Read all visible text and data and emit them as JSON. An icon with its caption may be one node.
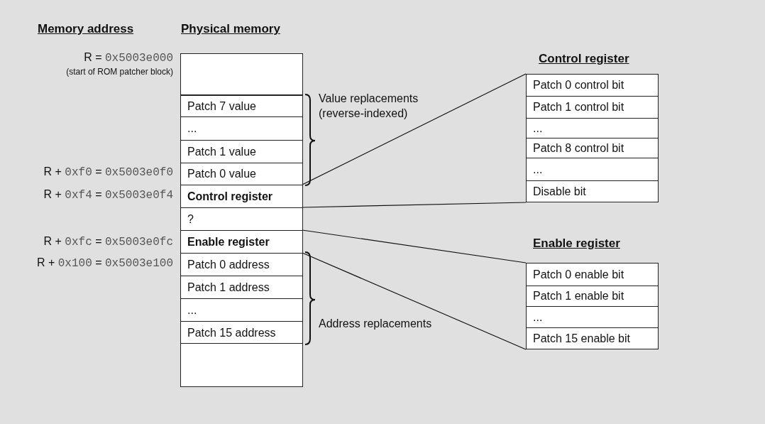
{
  "diagram": {
    "nodes": [
      {
        "text": [
          "Physical memory"
        ]
      },
      {
        "text": [],
        "shape": "box",
        "in": 0
      },
      {
        "text": [
          "Patch 7 value"
        ],
        "in": 0
      },
      {
        "text": [
          "..."
        ],
        "in": 0
      },
      {
        "text": [
          "Patch 1 value"
        ],
        "in": 0
      },
      {
        "text": [
          "Patch 0 value"
        ],
        "in": 0
      },
      {
        "text": [
          "Control register"
        ],
        "in": 0
      },
      {
        "text": [
          "?"
        ],
        "in": 0
      },
      {
        "text": [
          "Enable register"
        ],
        "in": 0
      },
      {
        "text": [
          "Patch 0 address"
        ],
        "in": 0
      },
      {
        "text": [
          "Patch 1 address"
        ],
        "in": 0
      },
      {
        "text": [
          "..."
        ],
        "in": 0
      },
      {
        "text": [
          "Patch 15 address"
        ],
        "in": 0
      },
      {
        "text": [],
        "shape": "box",
        "in": 0
      },
      {
        "text": [
          "Control register"
        ]
      },
      {
        "text": [
          "Patch 0 control bit"
        ],
        "in": 14
      },
      {
        "text": [
          "Patch 1 control bit"
        ],
        "in": 14
      },
      {
        "text": [
          "..."
        ],
        "in": 14
      },
      {
        "text": [
          "Patch 8 control bit"
        ],
        "in": 14
      },
      {
        "text": [
          "..."
        ],
        "in": 14
      },
      {
        "text": [
          "Disable bit"
        ],
        "in": 14
      },
      {
        "text": [
          "Enable register"
        ]
      },
      {
        "text": [
          "Patch 0 enable bit"
        ],
        "in": 21
      },
      {
        "text": [
          "Patch 1 enable bit"
        ],
        "in": 21
      },
      {
        "text": [
          "..."
        ],
        "in": 21
      },
      {
        "text": [
          "Patch 15 enable bit"
        ],
        "in": 21
      }
    ],
    "edges": [
      {
        "from": 6,
        "to": 14,
        "arrow": "none"
      },
      {
        "from": 6,
        "to": 14,
        "arrow": "none"
      },
      {
        "from": 8,
        "to": 21,
        "arrow": "none"
      },
      {
        "from": 8,
        "to": 21,
        "arrow": "none"
      }
    ],
    "labels": [
      "Memory address",
      "R = 0x5003e000",
      "(start of ROM patcher block)",
      "R + 0xf0 = 0x5003e0f0",
      "R + 0xf4 = 0x5003e0f4",
      "R + 0xfc = 0x5003e0fc",
      "R + 0x100 = 0x5003e100",
      "Value replacements (reverse-indexed)",
      "Address replacements"
    ]
  }
}
